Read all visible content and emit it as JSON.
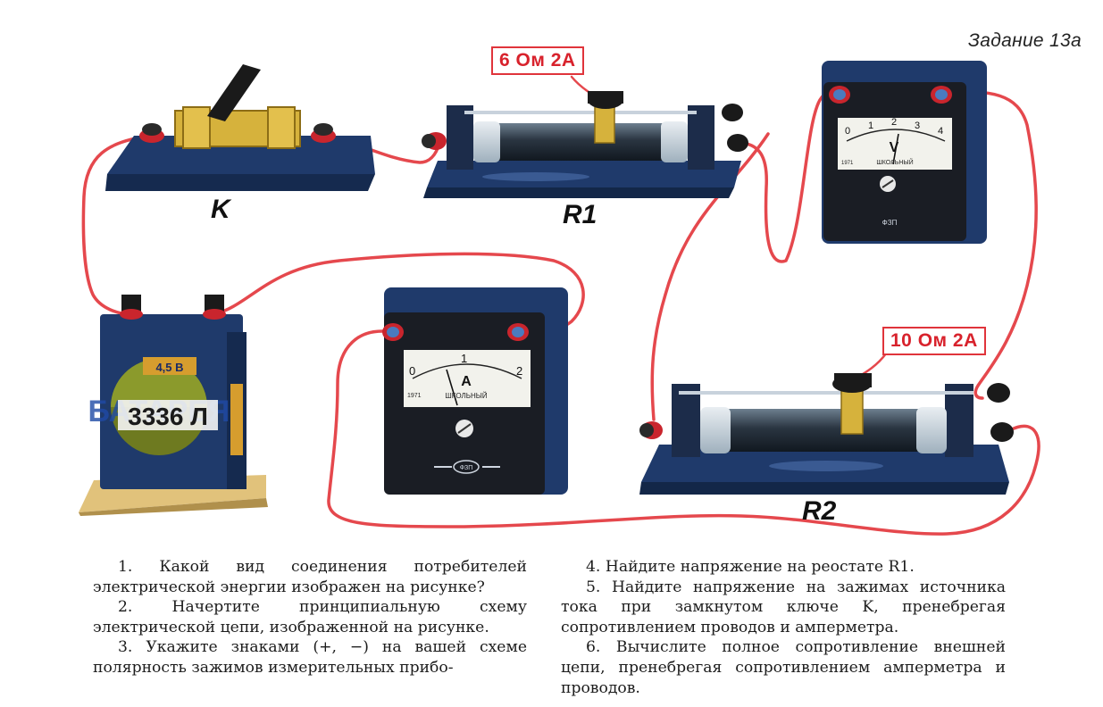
{
  "task_title": "Задание 13а",
  "labels": {
    "switch": "K",
    "rheostat1": "R1",
    "rheostat2": "R2"
  },
  "ratings": {
    "rheostat1": "6 Ом 2А",
    "rheostat2": "10 Ом 2А"
  },
  "battery": {
    "voltage": "4,5 В",
    "brand": "БАТАРЕЯ",
    "model": "3336 Л"
  },
  "ammeter": {
    "symbol": "A",
    "ticks": [
      "0",
      "1",
      "2"
    ],
    "school": "ШКОЛЬНЫЙ",
    "year": "1971",
    "maker": "ФЗП"
  },
  "voltmeter": {
    "symbol": "V",
    "ticks": [
      "0",
      "1",
      "2",
      "3",
      "4"
    ],
    "school": "ШКОЛЬНЫЙ",
    "year": "1971",
    "maker": "ФЗП"
  },
  "questions_left": [
    "1. Какой вид соединения потребителей электрической энергии изображен на рисунке?",
    "2. Начертите принципиальную схему электрической цепи, изображенной на рисунке.",
    "3. Укажите знаками (+, −) на вашей схеме полярность зажимов измерительных прибо-"
  ],
  "questions_right": [
    "4. Найдите напряжение на реостате R1.",
    "5. Найдите напряжение на зажимах источника тока при замкнутом ключе K, пренебрегая сопротивлением проводов и амперметра.",
    "6. Вычислите полное сопротивление внешней цепи, пренебрегая сопротивлением амперметра и проводов."
  ],
  "colors": {
    "wire": "#e5484d",
    "device_blue": "#1f3a6b",
    "device_dark": "#1a1d24",
    "accent_red": "#d8222c"
  }
}
